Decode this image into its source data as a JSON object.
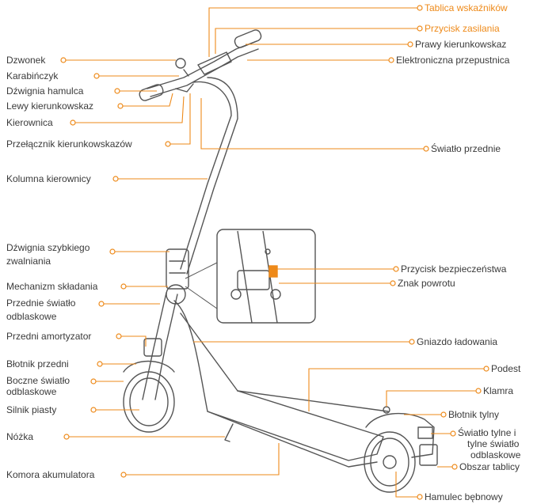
{
  "accent_color": "#ee8a1a",
  "line_color": "#555555",
  "leader_color": "#ee8a1a",
  "labels": {
    "tablica": "Tablica wskaźników",
    "przycisk_zasilania": "Przycisk zasilania",
    "prawy_kierunkowskaz": "Prawy kierunkowskaz",
    "przepustnica": "Elektroniczna przepustnica",
    "dzwonek": "Dzwonek",
    "karabinczyk": "Karabińczyk",
    "dzwignia_hamulca": "Dźwignia hamulca",
    "lewy_kierunkowskaz": "Lewy kierunkowskaz",
    "kierownica": "Kierownica",
    "przelacznik": "Przełącznik kierunkowskazów",
    "swiatlo_przednie": "Światło przednie",
    "kolumna": "Kolumna kierownicy",
    "dzwignia_szybkiego_1": "Dźwignia szybkiego",
    "dzwignia_szybkiego_2": "zwalniania",
    "przycisk_bezpieczenstwa": "Przycisk bezpieczeństwa",
    "mechanizm": "Mechanizm składania",
    "znak_powrotu": "Znak powrotu",
    "przednie_odblask_1": "Przednie światło",
    "przednie_odblask_2": "odblaskowe",
    "amortyzator": "Przedni amortyzator",
    "gniazdo": "Gniazdo ładowania",
    "blotnik_przedni": "Błotnik przedni",
    "podest": "Podest",
    "boczne_1": "Boczne światło",
    "boczne_2": "odblaskowe",
    "klamra": "Klamra",
    "silnik": "Silnik piasty",
    "blotnik_tylny": "Błotnik tylny",
    "tylne_1": "Światło tylne i",
    "tylne_2": "tylne światło",
    "tylne_3": "odblaskowe",
    "nozka": "Nóżka",
    "obszar_tablicy": "Obszar tablicy",
    "komora": "Komora akumulatora",
    "hamulec": "Hamulec bębnowy"
  }
}
